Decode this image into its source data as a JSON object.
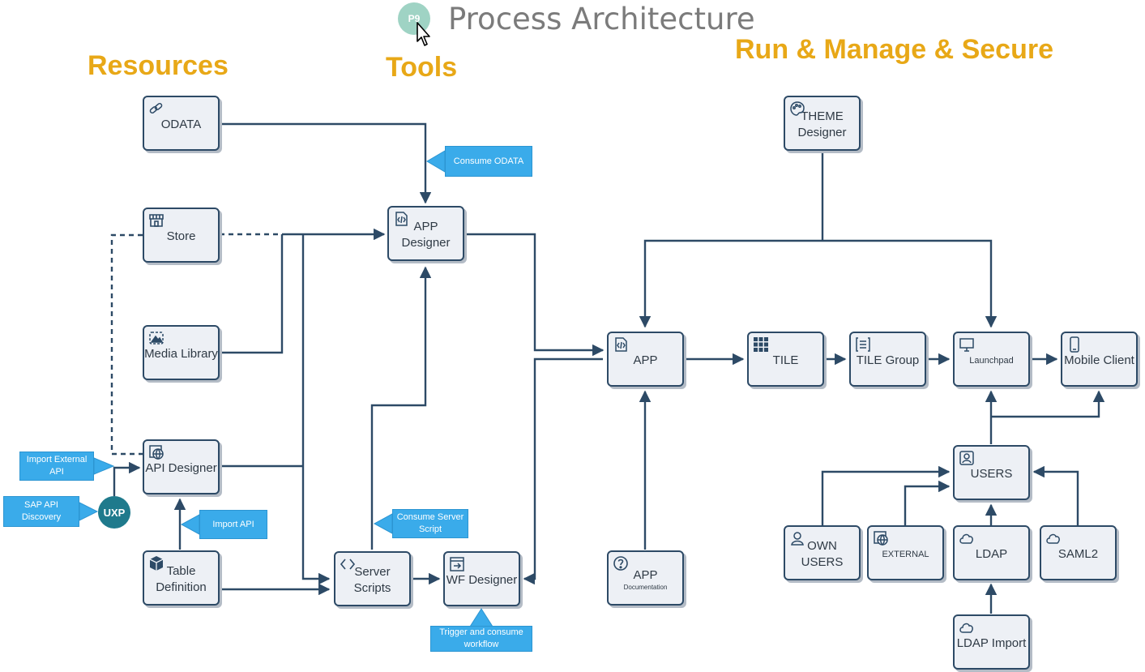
{
  "header": {
    "title": "Process Architecture",
    "logo_text": "P9"
  },
  "sections": {
    "resources": "Resources",
    "tools": "Tools",
    "run": "Run & Manage & Secure"
  },
  "nodes": {
    "odata": "ODATA",
    "store": "Store",
    "media_library": "Media Library",
    "api_designer": "API Designer",
    "table_definition": "Table Definition",
    "app_designer": "APP Designer",
    "server_scripts": "Server Scripts",
    "wf_designer": "WF Designer",
    "app": "APP",
    "app_documentation": "APP",
    "app_documentation_sub": "Documentation",
    "theme_designer": "THEME Designer",
    "tile": "TILE",
    "tile_group": "TILE Group",
    "launchpad": "Launchpad",
    "mobile_client": "Mobile Client",
    "users": "USERS",
    "own_users": "OWN USERS",
    "external": "EXTERNAL",
    "ldap": "LDAP",
    "saml2": "SAML2",
    "ldap_import": "LDAP Import"
  },
  "callouts": {
    "consume_odata": "Consume ODATA",
    "import_external_api": "Import External API",
    "sap_api_discovery": "SAP API Discovery",
    "import_api": "Import API",
    "consume_server_script": "Consume Server Script",
    "trigger_workflow": "Trigger and consume workflow"
  },
  "uxp_badge": "UXP",
  "colors": {
    "accent_heading": "#e8a817",
    "callout": "#3aabea",
    "node_border": "#2d4a66",
    "node_fill": "#edf0f5",
    "connector": "#2d4a66",
    "uxp_badge": "#1f7a8c"
  }
}
